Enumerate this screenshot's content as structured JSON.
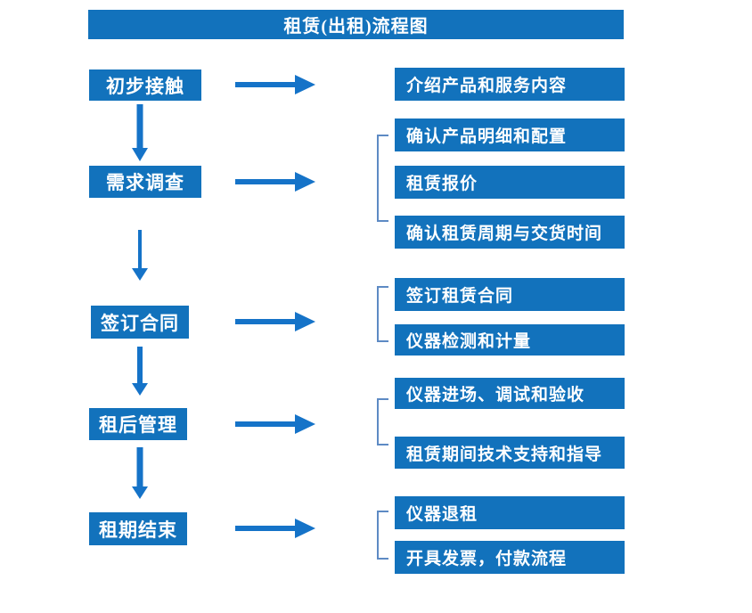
{
  "title": "租赁(出租)流程图",
  "colors": {
    "box_blue": "#1272bc",
    "arrow_blue": "#1573c8",
    "bracket_blue": "#5d8ac4",
    "text_white": "#ffffff"
  },
  "stages": [
    {
      "label": "初步接触",
      "outputs": [
        "介绍产品和服务内容"
      ]
    },
    {
      "label": "需求调查",
      "outputs": [
        "确认产品明细和配置",
        "租赁报价",
        "确认租赁周期与交货时间"
      ]
    },
    {
      "label": "签订合同",
      "outputs": [
        "签订租赁合同",
        "仪器检测和计量"
      ]
    },
    {
      "label": "租后管理",
      "outputs": [
        "仪器进场、调试和验收",
        "租赁期间技术支持和指导"
      ]
    },
    {
      "label": "租期结束",
      "outputs": [
        "仪器退租",
        "开具发票，付款流程"
      ]
    }
  ]
}
